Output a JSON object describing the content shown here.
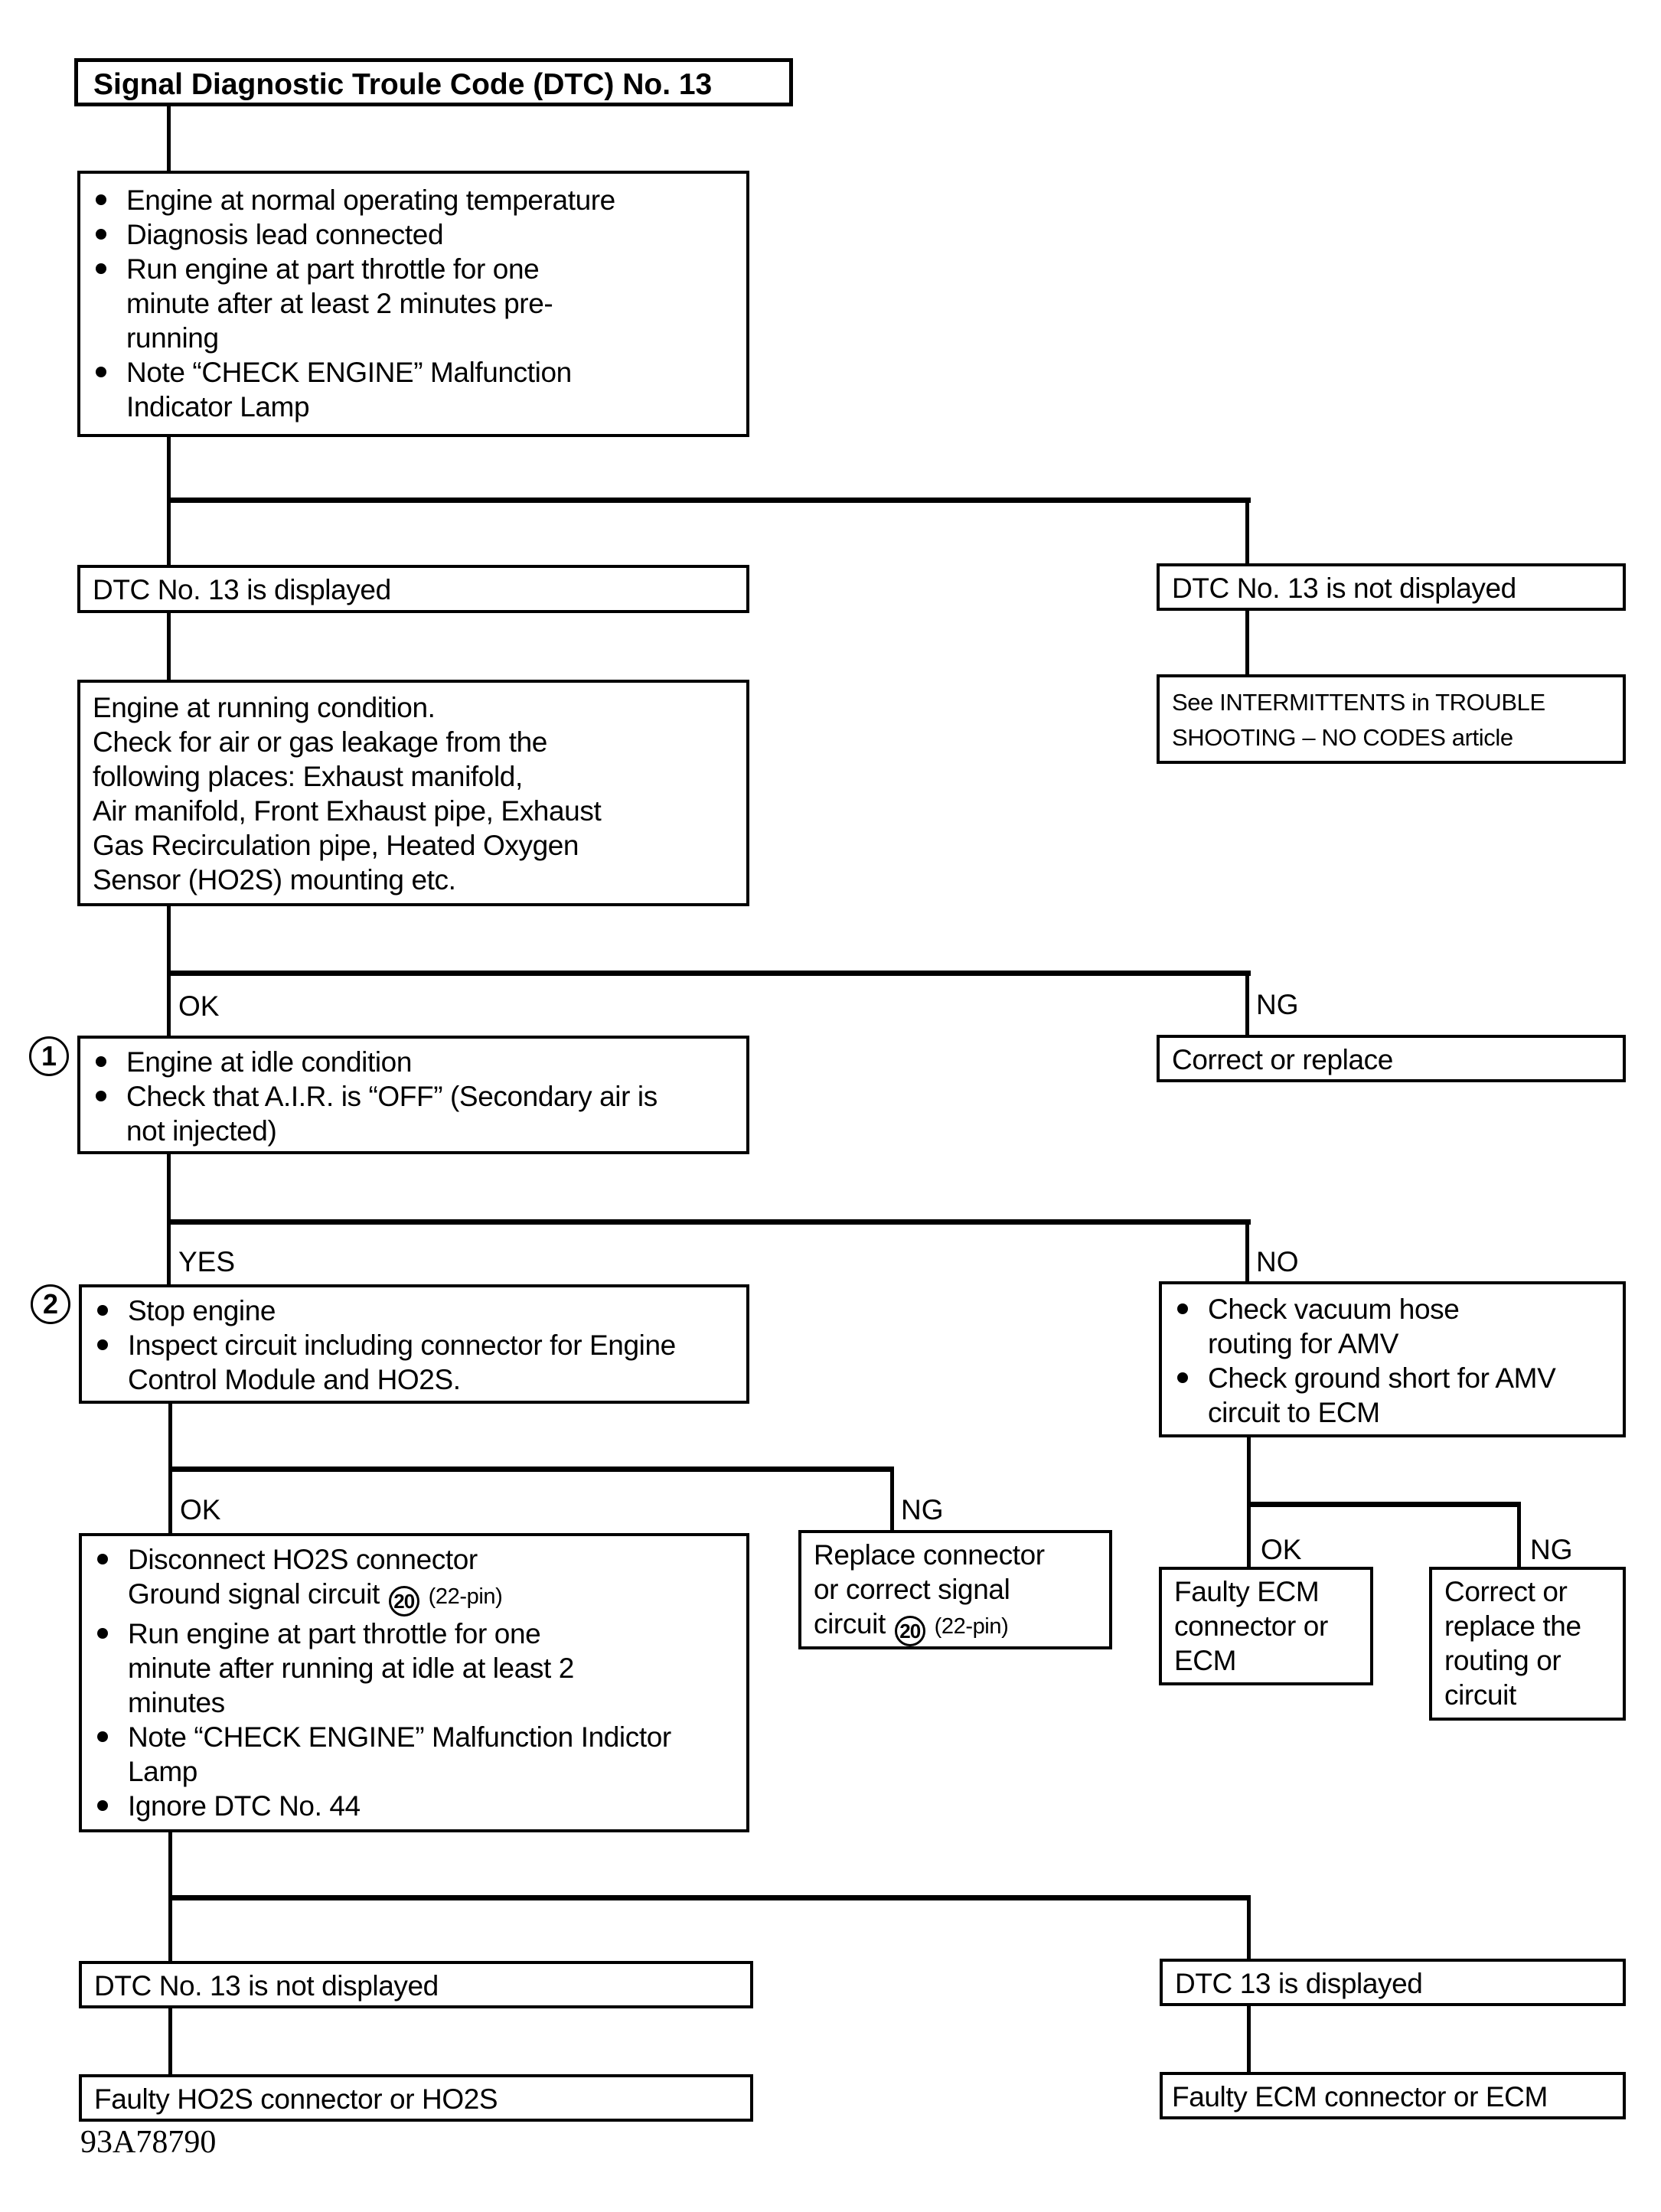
{
  "figure_code": "93A78790",
  "title_box": {
    "text": "Signal Diagnostic Troule Code (DTC) No. 13"
  },
  "preconditions_box": {
    "items": [
      "Engine at normal operating temperature",
      "Diagnosis lead connected",
      "Run engine at part throttle for one minute after at least 2 minutes pre-running",
      "Note “CHECK ENGINE” Malfunction Indicator Lamp"
    ]
  },
  "branch1": {
    "left_label": "DTC No. 13 is displayed",
    "right_label": "DTC No. 13 is not displayed",
    "right_action": "See INTERMITTENTS in TROUBLE SHOOTING – NO CODES article"
  },
  "leak_check_box": {
    "lines": [
      "Engine at running condition.",
      "Check for air or gas leakage from the",
      "following places: Exhaust manifold,",
      "Air manifold, Front Exhaust pipe, Exhaust",
      "Gas Recirculation pipe, Heated Oxygen",
      "Sensor (HO2S) mounting etc."
    ]
  },
  "branch2": {
    "ok": "OK",
    "ng": "NG",
    "ng_action": "Correct or replace"
  },
  "step1": {
    "marker": "1",
    "items": [
      "Engine at idle condition",
      "Check that A.I.R. is “OFF” (Secondary air is not injected)"
    ]
  },
  "branch3": {
    "yes": "YES",
    "no": "NO"
  },
  "step2": {
    "marker": "2",
    "items": [
      "Stop engine",
      "Inspect circuit including connector for Engine Control Module and HO2S."
    ]
  },
  "no_branch_box": {
    "items": [
      "Check vacuum hose routing for AMV",
      "Check ground short for AMV circuit to ECM"
    ]
  },
  "branch4": {
    "ok": "OK",
    "ng": "NG"
  },
  "ng_replace_box": {
    "line1": "Replace connector",
    "line2": "or correct signal",
    "line3_prefix": "circuit",
    "line3_pin": "20",
    "line3_suffix": "(22-pin)"
  },
  "step3": {
    "item1_line1": "Disconnect HO2S connector",
    "item1_line2_prefix": "Ground signal circuit",
    "item1_pin": "20",
    "item1_line2_suffix": "(22-pin)",
    "item2": "Run engine at part throttle for one minute after running at idle at least 2 minutes",
    "item3": "Note “CHECK ENGINE” Malfunction Indictor Lamp",
    "item4": "Ignore DTC No. 44"
  },
  "branch5": {
    "ok": "OK",
    "ng": "NG"
  },
  "amv_results": {
    "ok_box": "Faulty ECM connector or ECM",
    "ng_box": "Correct or replace the routing or circuit"
  },
  "branch6": {
    "left_label": "DTC No. 13 is not displayed",
    "right_label": "DTC 13 is displayed",
    "left_result": "Faulty HO2S connector or HO2S",
    "right_result": "Faulty ECM connector or ECM"
  }
}
